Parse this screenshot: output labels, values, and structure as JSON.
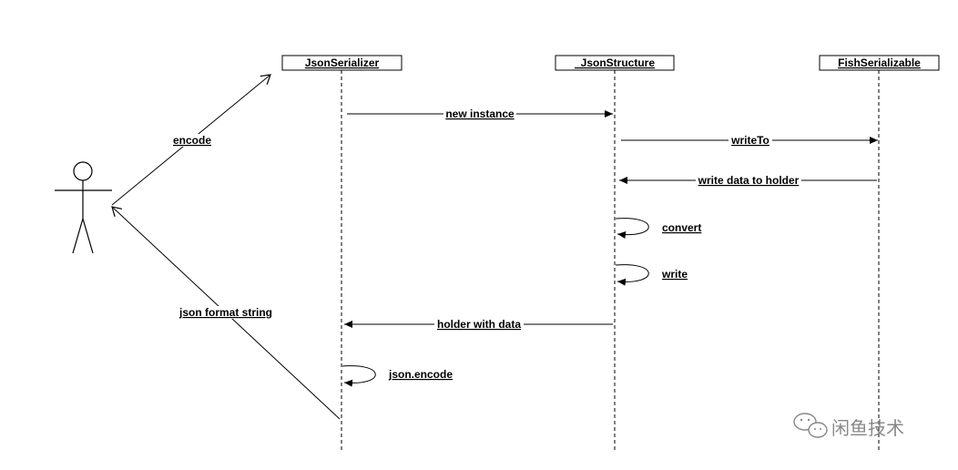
{
  "participants": [
    {
      "id": "serializer",
      "label": "JsonSerializer"
    },
    {
      "id": "structure",
      "label": "_JsonStructure"
    },
    {
      "id": "fish",
      "label": "FishSerializable"
    }
  ],
  "messages": {
    "encode": "encode",
    "new_instance": "new instance",
    "write_to": "writeTo",
    "write_data": "write data to holder",
    "convert": "convert",
    "write": "write",
    "holder_with_data": "holder with data",
    "json_format": "json format string",
    "json_encode": "json.encode"
  },
  "watermark": {
    "text": "闲鱼技术",
    "icon": "wechat-icon"
  },
  "colors": {
    "line": "#000000",
    "box_fill": "#ffffff",
    "watermark": "#888888"
  }
}
